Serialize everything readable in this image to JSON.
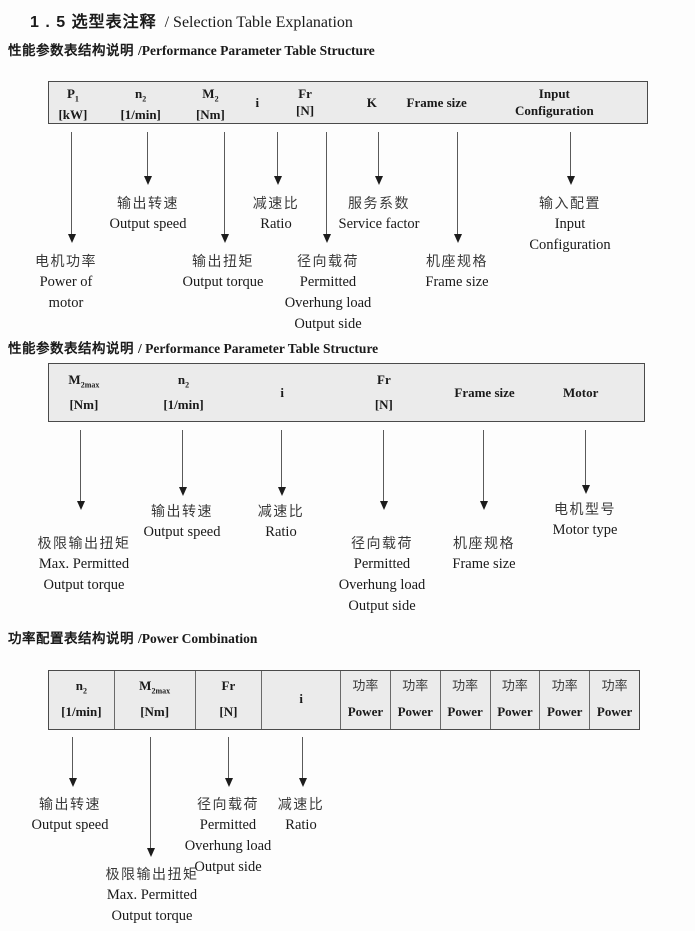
{
  "title": {
    "zh": "1 . 5 选型表注释",
    "en": "/ Selection Table Explanation"
  },
  "s1": {
    "heading": {
      "zh": "性能参数表结构说明",
      "en": "/Performance Parameter Table Structure"
    },
    "t": {
      "c1": {
        "sym": "P",
        "sub": "1",
        "unit": "[kW]"
      },
      "c2": {
        "sym": "n",
        "sub": "2",
        "unit": "[1/min]"
      },
      "c3": {
        "sym": "M",
        "sub": "2",
        "unit": "[Nm]"
      },
      "c4": {
        "sym": "i"
      },
      "c5": {
        "sym": "Fr",
        "unit": "[N]"
      },
      "c6": {
        "sym": "K"
      },
      "c7": {
        "sym": "Frame size"
      },
      "c8": {
        "l1": "Input",
        "l2": "Configuration"
      }
    },
    "labels": {
      "power_of_motor": {
        "zh": "电机功率",
        "en1": "Power of",
        "en2": "motor"
      },
      "output_speed": {
        "zh": "输出转速",
        "en1": "Output speed"
      },
      "output_torque": {
        "zh": "输出扭矩",
        "en1": "Output torque"
      },
      "ratio": {
        "zh": "减速比",
        "en1": "Ratio"
      },
      "overhung_load": {
        "zh": "径向载荷",
        "en1": "Permitted",
        "en2": "Overhung load",
        "en3": "Output side"
      },
      "service_factor": {
        "zh": "服务系数",
        "en1": "Service factor"
      },
      "frame_size": {
        "zh": "机座规格",
        "en1": "Frame size"
      },
      "input_config": {
        "zh": "输入配置",
        "en1": "Input",
        "en2": "Configuration"
      }
    }
  },
  "s2": {
    "heading": {
      "zh": "性能参数表结构说明",
      "en": "/ Performance Parameter Table Structure"
    },
    "t": {
      "c1": {
        "sym": "M",
        "sub": "2max",
        "unit": "[Nm]"
      },
      "c2": {
        "sym": "n",
        "sub": "2",
        "unit": "[1/min]"
      },
      "c3": {
        "sym": "i"
      },
      "c4": {
        "sym": "Fr",
        "unit": "[N]"
      },
      "c5": {
        "sym": "Frame size"
      },
      "c6": {
        "sym": "Motor"
      }
    },
    "labels": {
      "max_torque": {
        "zh": "极限输出扭矩",
        "en1": "Max. Permitted",
        "en2": "Output torque"
      },
      "output_speed": {
        "zh": "输出转速",
        "en1": "Output speed"
      },
      "ratio": {
        "zh": "减速比",
        "en1": "Ratio"
      },
      "overhung_load": {
        "zh": "径向载荷",
        "en1": "Permitted",
        "en2": "Overhung load",
        "en3": "Output side"
      },
      "frame_size": {
        "zh": "机座规格",
        "en1": "Frame size"
      },
      "motor_type": {
        "zh": "电机型号",
        "en1": "Motor type"
      }
    }
  },
  "s3": {
    "heading": {
      "zh": "功率配置表结构说明",
      "en": "/Power Combination"
    },
    "t": {
      "c1": {
        "sym": "n",
        "sub": "2",
        "unit": "[1/min]"
      },
      "c2": {
        "sym": "M",
        "sub": "2max",
        "unit": "[Nm]"
      },
      "c3": {
        "sym": "Fr",
        "unit": "[N]"
      },
      "c4": {
        "sym": "i"
      },
      "power": {
        "zh": "功率",
        "en": "Power"
      },
      "power_columns": 6
    },
    "labels": {
      "output_speed": {
        "zh": "输出转速",
        "en1": "Output speed"
      },
      "max_torque": {
        "zh": "极限输出扭矩",
        "en1": "Max. Permitted",
        "en2": "Output torque"
      },
      "overhung_load": {
        "zh": "径向载荷",
        "en1": "Permitted",
        "en2": "Overhung load",
        "en3": "Output side"
      },
      "ratio": {
        "zh": "减速比",
        "en1": "Ratio"
      }
    }
  }
}
